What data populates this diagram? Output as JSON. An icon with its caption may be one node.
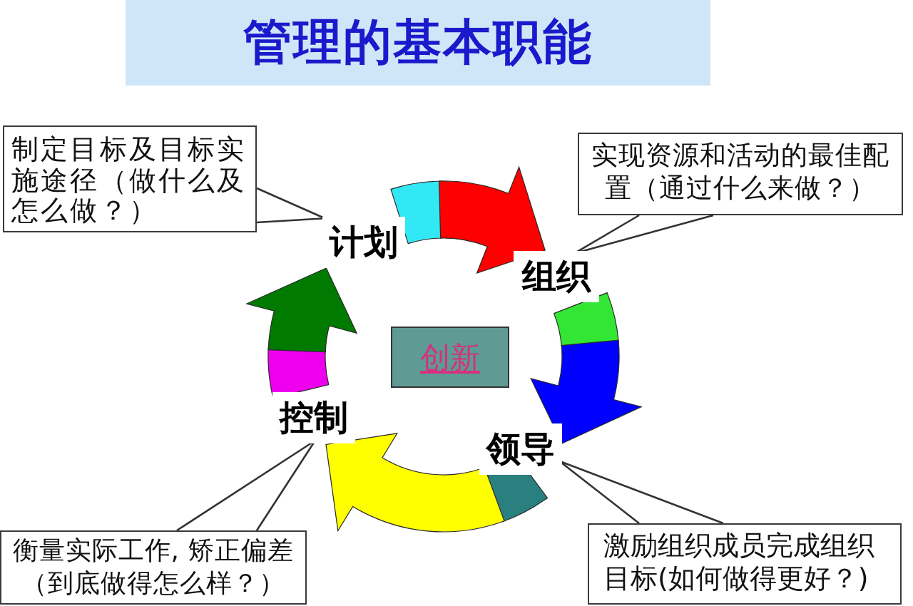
{
  "diagram": {
    "title": "管理的基本职能",
    "nodes": [
      {
        "text": [
          "制定目标及目标实施途径（做什么及怎么做？）"
        ]
      },
      {
        "text": [
          "实现资源和活动的最佳配置（通过什么来做？）"
        ]
      },
      {
        "text": [
          "计划"
        ]
      },
      {
        "text": [
          "组织"
        ]
      },
      {
        "text": [
          "创新"
        ]
      },
      {
        "text": [
          "控制"
        ]
      },
      {
        "text": [
          "领导"
        ]
      },
      {
        "text": [
          "衡量实际工作, 矫正偏差（到底做得怎么样？）"
        ]
      },
      {
        "text": [
          "激励组织成员完成组织目标(如何做得更好？)"
        ]
      }
    ],
    "edges": [
      {
        "from": 2,
        "to": 3,
        "arrow": "to",
        "style": "thick",
        "color": "#ff0000"
      },
      {
        "from": 3,
        "to": 6,
        "arrow": "to",
        "style": "thick",
        "color": "#0000ff"
      },
      {
        "from": 6,
        "to": 5,
        "arrow": "to",
        "style": "thick",
        "color": "#ffff00"
      },
      {
        "from": 5,
        "to": 2,
        "arrow": "to",
        "style": "thick",
        "color": "#007a00"
      },
      {
        "from": 0,
        "to": 2,
        "arrow": "none"
      },
      {
        "from": 1,
        "to": 3,
        "arrow": "none"
      },
      {
        "from": 7,
        "to": 5,
        "arrow": "none"
      },
      {
        "from": 8,
        "to": 6,
        "arrow": "none"
      }
    ]
  }
}
